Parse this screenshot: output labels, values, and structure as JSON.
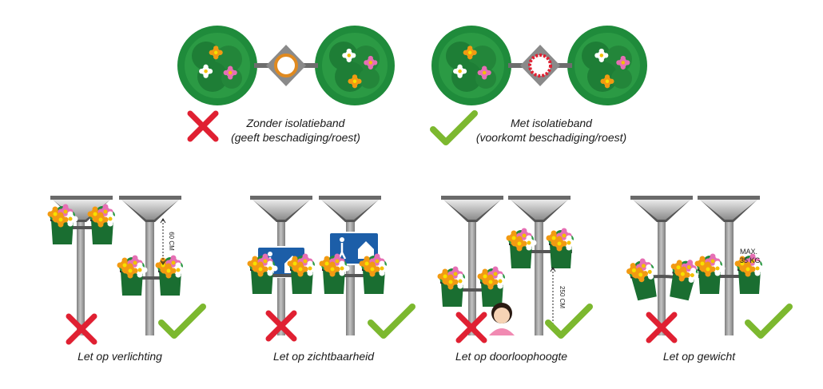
{
  "top": {
    "without": {
      "title": "Zonder isolatieband",
      "subtitle": "(geeft beschadiging/roest)"
    },
    "with": {
      "title": "Met isolatieband",
      "subtitle": "(voorkomt beschadiging/roest)"
    }
  },
  "panels": [
    {
      "caption": "Let op verlichting",
      "measure": "60 CM"
    },
    {
      "caption": "Let op zichtbaarheid"
    },
    {
      "caption": "Let op doorloophoogte",
      "measure": "250 CM"
    },
    {
      "caption": "Let op gewicht",
      "weight_line1": "MAX.",
      "weight_line2": "35 KG"
    }
  ],
  "colors": {
    "green_dark": "#1e8a3a",
    "green_bright": "#2ca04a",
    "cross_red": "#e02032",
    "check_green": "#7cb82f",
    "pole_grey": "#9a9a9a",
    "band_orange": "#e08a20",
    "band_red": "#e02032",
    "sign_blue": "#1c5ea8"
  }
}
